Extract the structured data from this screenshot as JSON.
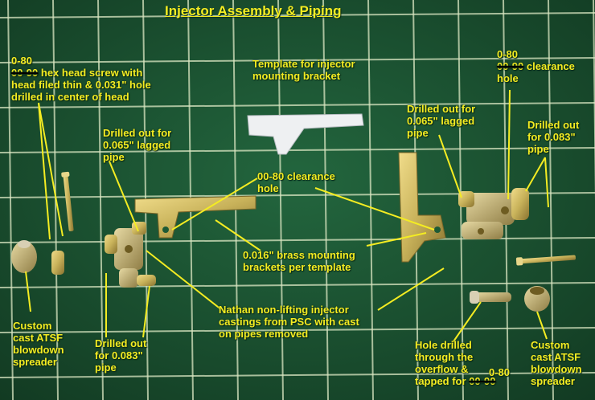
{
  "title": "Injector Assembly & Piping",
  "colors": {
    "mat": "#1d5a36",
    "grid": "#d9e5c2",
    "label": "#f4ec22",
    "brass": "#c8b25a",
    "paper": "#eef0f2"
  },
  "labels": {
    "screw_top": {
      "size": "0-80",
      "struck": "00-90",
      "l1": "hex head screw with",
      "l2": "head filed thin & 0.031\" hole",
      "l3": "drilled in center of head"
    },
    "template": {
      "l1": "Template for injector",
      "l2": "mounting bracket"
    },
    "clearance_right": {
      "size": "0-80",
      "struck": "00-90",
      "l1": "clearance",
      "l2": "hole"
    },
    "drilled_left": {
      "l1": "Drilled out for",
      "l2": "0.065\" lagged",
      "l3": "pipe"
    },
    "clearance_mid": {
      "l1": "00-80 clearance",
      "l2": "hole"
    },
    "drilled_right_065": {
      "l1": "Drilled out for",
      "l2": "0.065\" lagged",
      "l3": "pipe"
    },
    "drilled_right_083": {
      "l1": "Drilled out",
      "l2": "for 0.083\"",
      "l3": "pipe"
    },
    "brackets": {
      "l1": "0.016\" brass mounting",
      "l2": "brackets per template"
    },
    "nathan": {
      "l1": "Nathan non-lifting injector",
      "l2": "castings from PSC with cast",
      "l3": "on pipes removed"
    },
    "spreader_left": {
      "l1": "Custom",
      "l2": "cast ATSF",
      "l3": "blowdown",
      "l4": "spreader"
    },
    "drilled_left_083": {
      "l1": "Drilled out",
      "l2": "for 0.083\"",
      "l3": "pipe"
    },
    "hole_drilled": {
      "l1": "Hole drilled",
      "l2": "through the",
      "l3": "overflow &",
      "l4": "tapped for",
      "size": "0-80",
      "struck": "00-90"
    },
    "spreader_right": {
      "l1": "Custom",
      "l2": "cast ATSF",
      "l3": "blowdown",
      "l4": "spreader"
    }
  }
}
